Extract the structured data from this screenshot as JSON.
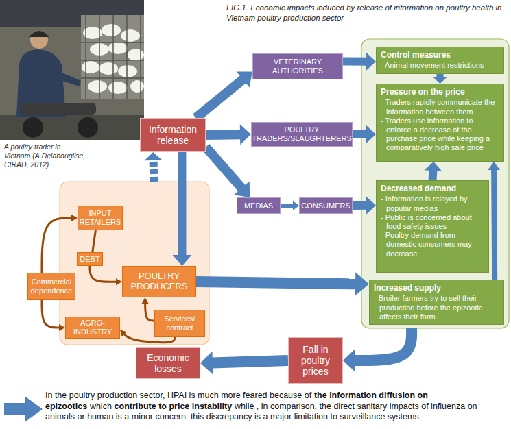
{
  "diagram": {
    "title": "FIG.1. Economic impacts induced by release of information on poultry health in Vietnam poultry production sector",
    "nodes": [
      {
        "text": [
          "Information release"
        ]
      },
      {
        "text": [
          "VETERINARY AUTHORITIES"
        ]
      },
      {
        "text": [
          "POULTRY TRADERS/SLAUGHTERERS"
        ]
      },
      {
        "text": [
          "MEDIAS"
        ]
      },
      {
        "text": [
          "CONSUMERS"
        ]
      },
      {
        "text": []
      },
      {
        "text": [
          "Control measures",
          "- Animal movement restrictions"
        ],
        "in": 5
      },
      {
        "text": [
          "Pressure on the price",
          "- Traders rapidly communicate the information between them",
          "- Traders use information to enforce a decrease of the purchase price while keeping a comparatively high sale price"
        ],
        "in": 5
      },
      {
        "text": [
          "Decreased demand",
          "- Information is relayed by popular medias",
          "- Public is concerned about food safety issues",
          "- Poultry demand from domestic consumers may decrease"
        ],
        "in": 5
      },
      {
        "text": [
          "Increased supply",
          "- Broiler farmers try to sell their production before the epizootic affects their farm"
        ],
        "in": 5
      },
      {
        "text": []
      },
      {
        "text": [
          "INPUT RETAILERS"
        ],
        "in": 10
      },
      {
        "text": [
          "DEBT"
        ],
        "in": 10
      },
      {
        "text": [
          "Commercial dependence"
        ]
      },
      {
        "text": [
          "POULTRY PRODUCERS"
        ],
        "in": 10
      },
      {
        "text": [
          "AGRO-INDUSTRY"
        ],
        "in": 10
      },
      {
        "text": [
          "Services/ contract"
        ],
        "in": 10
      },
      {
        "text": [
          "Economic losses"
        ]
      },
      {
        "text": [
          "Fall in poultry prices"
        ]
      }
    ],
    "edges": [
      {
        "from": 0,
        "to": 1,
        "arrow": "to"
      },
      {
        "from": 0,
        "to": 2,
        "arrow": "to"
      },
      {
        "from": 0,
        "to": 3,
        "arrow": "to"
      },
      {
        "from": 3,
        "to": 4,
        "arrow": "to"
      },
      {
        "from": 1,
        "to": 6,
        "arrow": "to"
      },
      {
        "from": 2,
        "to": 7,
        "arrow": "to"
      },
      {
        "from": 4,
        "to": 8,
        "arrow": "to"
      },
      {
        "from": 6,
        "to": 7,
        "arrow": "to"
      },
      {
        "from": 8,
        "to": 7,
        "arrow": "to"
      },
      {
        "from": 9,
        "to": 7,
        "arrow": "to"
      },
      {
        "from": 0,
        "to": 14,
        "arrow": "to"
      },
      {
        "from": 10,
        "to": 0,
        "arrow": "to"
      },
      {
        "from": 14,
        "to": 9,
        "arrow": "to"
      },
      {
        "from": 5,
        "to": 18,
        "arrow": "to"
      },
      {
        "from": 18,
        "to": 17,
        "arrow": "to"
      },
      {
        "from": 13,
        "to": 11,
        "arrow": "to"
      },
      {
        "from": 13,
        "to": 15,
        "arrow": "to"
      },
      {
        "from": 11,
        "to": 12,
        "arrow": "none"
      },
      {
        "from": 12,
        "to": 14,
        "arrow": "to"
      },
      {
        "from": 16,
        "to": 14,
        "arrow": "to"
      },
      {
        "from": 16,
        "to": 15,
        "arrow": "to"
      }
    ],
    "labels": [
      "A poultry trader in Vietnam (A.Delabouglise, CIRAD, 2012)",
      "In the poultry production sector, HPAI is much more feared because of",
      "the information diffusion on epizootics",
      "which",
      "contribute to price instability",
      "while , in comparison, the direct sanitary impacts of influenza on animals or human is a minor concern: this discrepancy is a major limitation to surveillance systems."
    ]
  }
}
